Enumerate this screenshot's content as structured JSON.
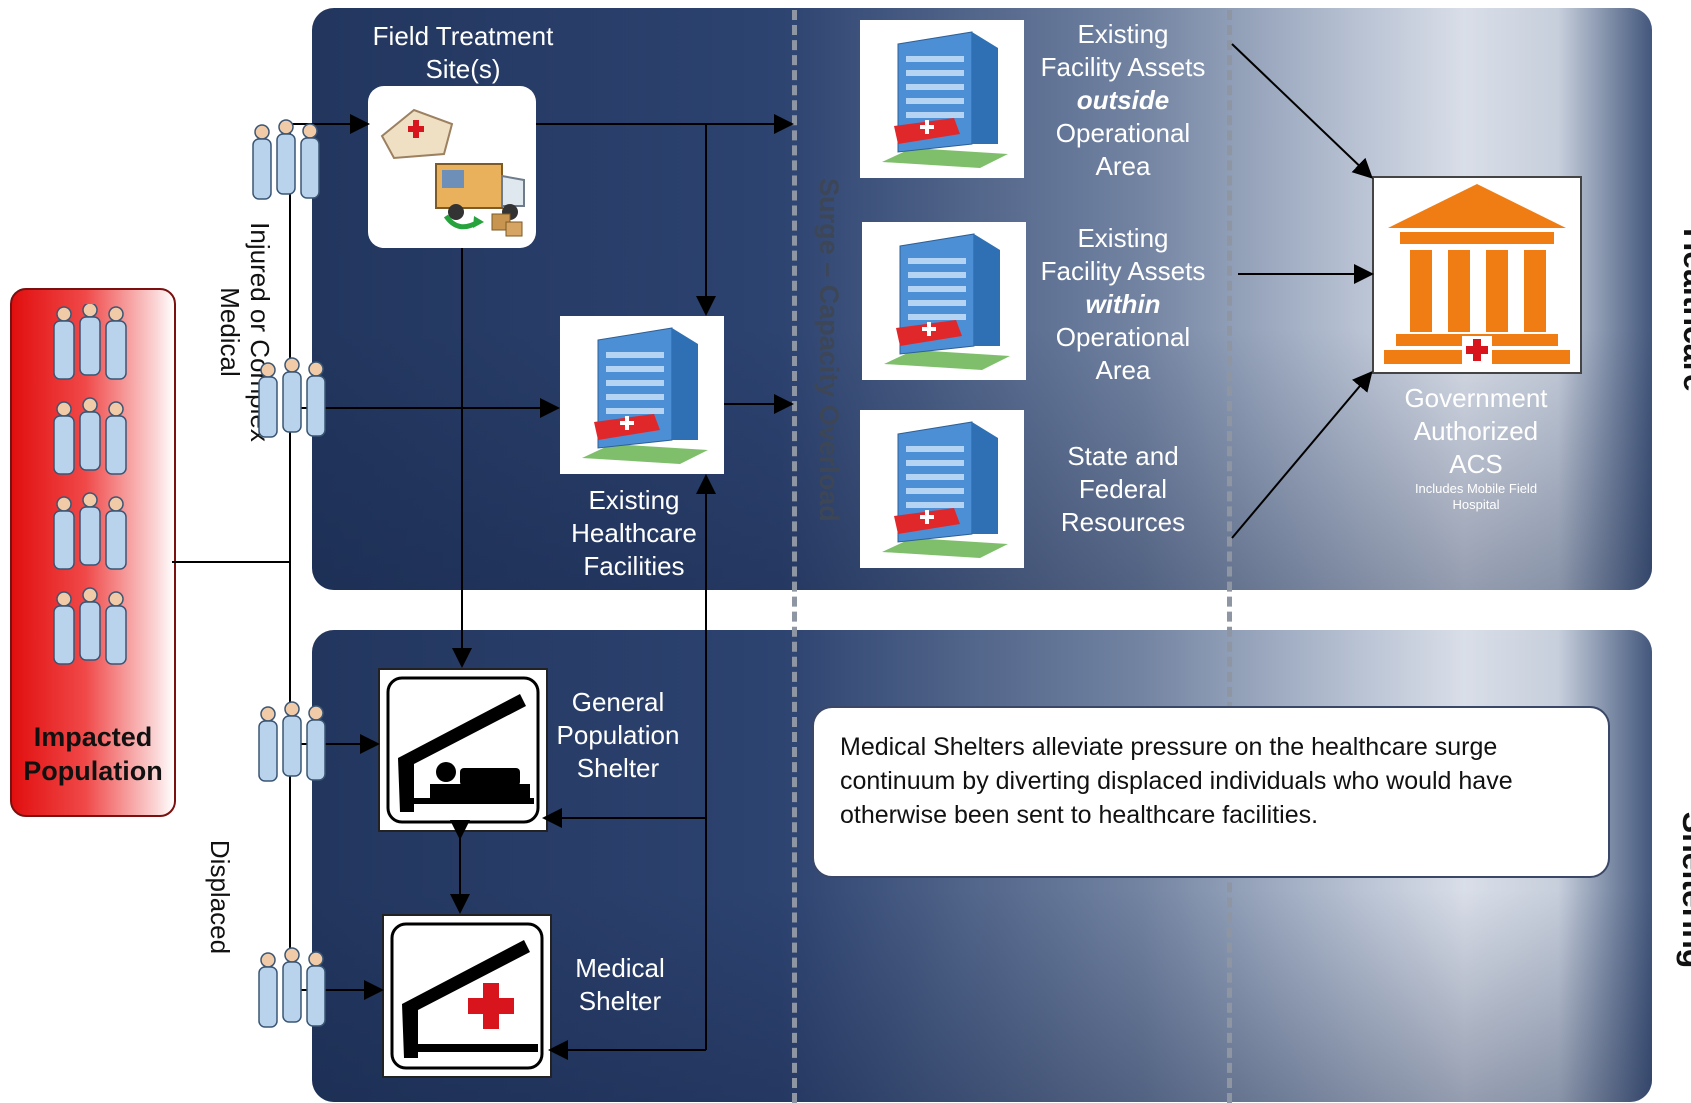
{
  "sections": {
    "healthcare": "Healthcare",
    "sheltering": "Sheltering"
  },
  "impacted_population": {
    "label_line1": "Impacted",
    "label_line2": "Population",
    "icon": "people-group-icon"
  },
  "paths": {
    "injured_line1": "Injured or Complex",
    "injured_line2": "Medical",
    "displaced": "Displaced"
  },
  "surge_divider": "Surge – Capacity Overload",
  "nodes": {
    "field_treatment": {
      "line1": "Field Treatment",
      "line2": "Site(s)",
      "icon": "field-tent-truck-icon"
    },
    "existing_healthcare": {
      "line1": "Existing",
      "line2": "Healthcare",
      "line3": "Facilities",
      "icon": "hospital-building-icon"
    },
    "outside_assets": {
      "line1": "Existing",
      "line2": "Facility Assets",
      "emphasis": "outside",
      "line3": "Operational",
      "line4": "Area",
      "icon": "hospital-building-icon"
    },
    "within_assets": {
      "line1": "Existing",
      "line2": "Facility Assets",
      "emphasis": "within",
      "line3": "Operational",
      "line4": "Area",
      "icon": "hospital-building-icon"
    },
    "state_federal": {
      "line1": "State and",
      "line2": "Federal",
      "line3": "Resources",
      "icon": "hospital-building-icon"
    },
    "acs": {
      "line1": "Government",
      "line2": "Authorized",
      "line3": "ACS",
      "note_line1": "Includes Mobile Field",
      "note_line2": "Hospital",
      "icon": "government-building-icon"
    },
    "general_shelter": {
      "line1": "General",
      "line2": "Population",
      "line3": "Shelter",
      "icon": "shelter-bed-icon"
    },
    "medical_shelter": {
      "line1": "Medical",
      "line2": "Shelter",
      "icon": "shelter-medical-cross-icon"
    }
  },
  "note": "Medical Shelters alleviate pressure on the healthcare surge continuum by diverting displaced individuals who would have otherwise been sent to healthcare facilities.",
  "colors": {
    "impacted_red": "#e10f0f",
    "panel_navy": "#22365e",
    "cross_red": "#d8141c",
    "acs_orange": "#ef7d14"
  }
}
